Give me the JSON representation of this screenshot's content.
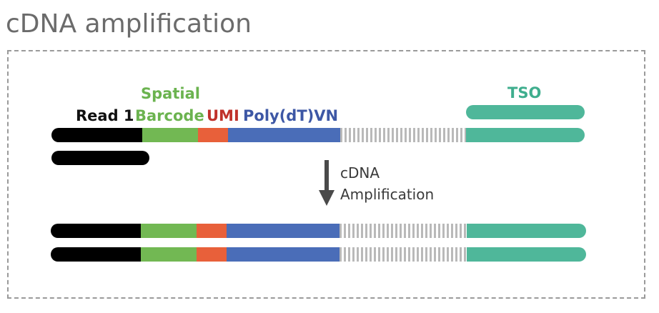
{
  "title": "cDNA amplification",
  "labels": {
    "read1": "Read 1",
    "spatial": "Spatial",
    "barcode": "Barcode",
    "umi": "UMI",
    "polydt": "Poly(dT)VN",
    "tso": "TSO",
    "cdna_line1": "cDNA",
    "cdna_line2": "Amplification"
  },
  "colors": {
    "read1": "#000000",
    "barcode": "#72b853",
    "umi": "#e8603a",
    "polydt": "#4a6db8",
    "unknown_hatch": "#b9b9b9",
    "tso": "#4fb79a",
    "arrow": "#4a4a4a"
  },
  "icons": {
    "arrow": "down-arrow-icon"
  }
}
